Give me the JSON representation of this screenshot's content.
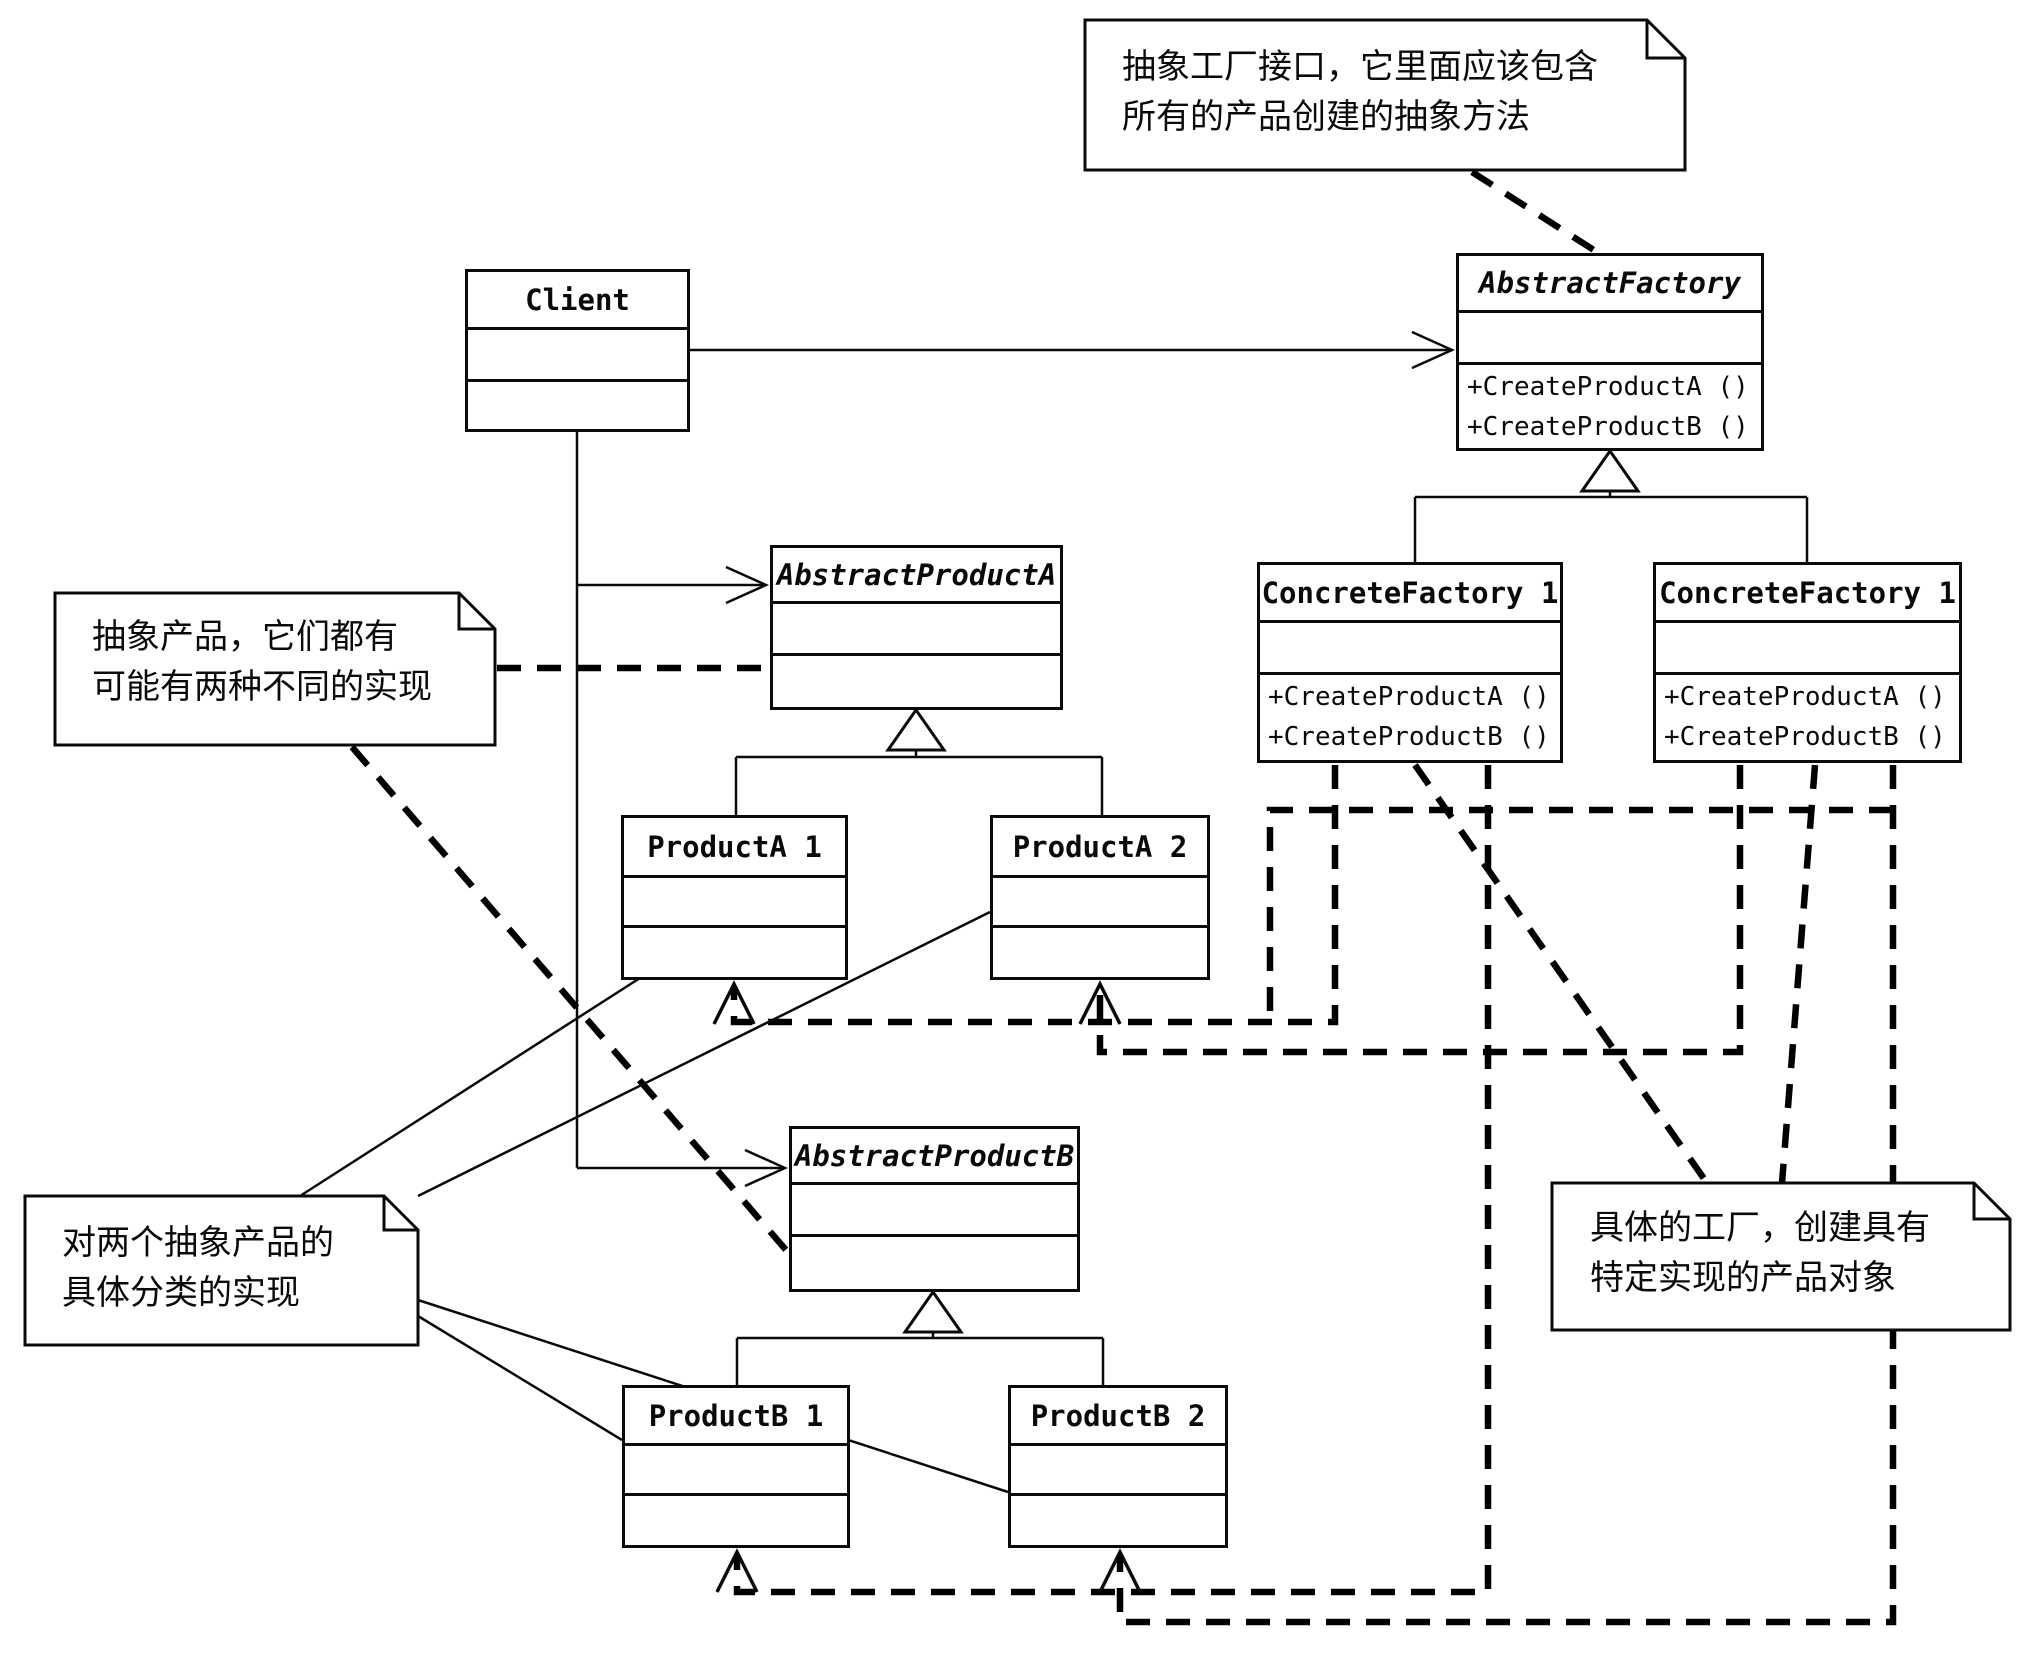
{
  "diagram": {
    "title": "Abstract Factory pattern class diagram",
    "colors": {
      "ink": "#0a0a0a",
      "background": "#ffffff"
    },
    "classes": {
      "client": {
        "title": "Client"
      },
      "abstract_factory": {
        "title": "AbstractFactory",
        "method_a": "+CreateProductA ()",
        "method_b": "+CreateProductB ()"
      },
      "concrete_factory_1": {
        "title": "ConcreteFactory 1",
        "method_a": "+CreateProductA ()",
        "method_b": "+CreateProductB ()"
      },
      "concrete_factory_2": {
        "title": "ConcreteFactory 1",
        "method_a": "+CreateProductA ()",
        "method_b": "+CreateProductB ()"
      },
      "abstract_product_a": {
        "title": "AbstractProductA"
      },
      "product_a1": {
        "title": "ProductA 1"
      },
      "product_a2": {
        "title": "ProductA 2"
      },
      "abstract_product_b": {
        "title": "AbstractProductB"
      },
      "product_b1": {
        "title": "ProductB 1"
      },
      "product_b2": {
        "title": "ProductB 2"
      }
    },
    "notes": {
      "factory_interface": {
        "line1": "抽象工厂接口，它里面应该包含",
        "line2": "所有的产品创建的抽象方法"
      },
      "abstract_products": {
        "line1": "抽象产品，它们都有",
        "line2": "可能有两种不同的实现"
      },
      "concrete_products": {
        "line1": "对两个抽象产品的",
        "line2": "具体分类的实现"
      },
      "concrete_factories": {
        "line1": "具体的工厂，创建具有",
        "line2": "特定实现的产品对象"
      }
    }
  }
}
